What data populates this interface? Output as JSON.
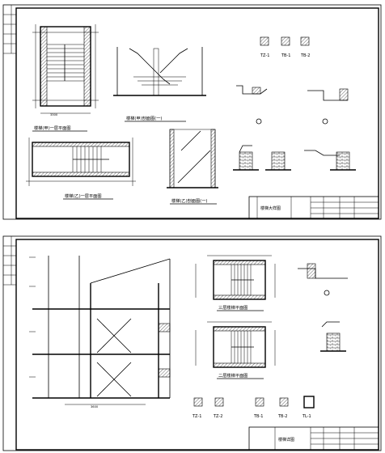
{
  "sheet1": {
    "views": [
      {
        "id": "plan-1",
        "title": "楼梯(甲)一层平面图"
      },
      {
        "id": "section-1",
        "title": "楼梯(甲)剖面图(一)"
      },
      {
        "id": "plan-2",
        "title": "楼梯(乙)一层平面图"
      },
      {
        "id": "section-2",
        "title": "楼梯(乙)剖面图(一)"
      }
    ],
    "details": [
      {
        "id": "tz1",
        "label": "TZ-1"
      },
      {
        "id": "tb1",
        "label": "TB-1"
      },
      {
        "id": "tb2",
        "label": "TB-2"
      }
    ],
    "title_block": {
      "drawing_name": "楼梯大样图"
    }
  },
  "sheet2": {
    "views": [
      {
        "id": "section-a",
        "title": "楼梯剖面图"
      },
      {
        "id": "plan-a",
        "title": "三层楼梯平面图"
      },
      {
        "id": "plan-b",
        "title": "二层楼梯平面图"
      }
    ],
    "details": [
      {
        "id": "s2-tz1",
        "label": "TZ-1"
      },
      {
        "id": "s2-tz2",
        "label": "TZ-2"
      },
      {
        "id": "s2-tb1",
        "label": "TB-1"
      },
      {
        "id": "s2-tb2",
        "label": "TB-2"
      },
      {
        "id": "s2-tl",
        "label": "TL-1"
      }
    ],
    "title_block": {
      "drawing_name": "楼梯详图"
    }
  }
}
